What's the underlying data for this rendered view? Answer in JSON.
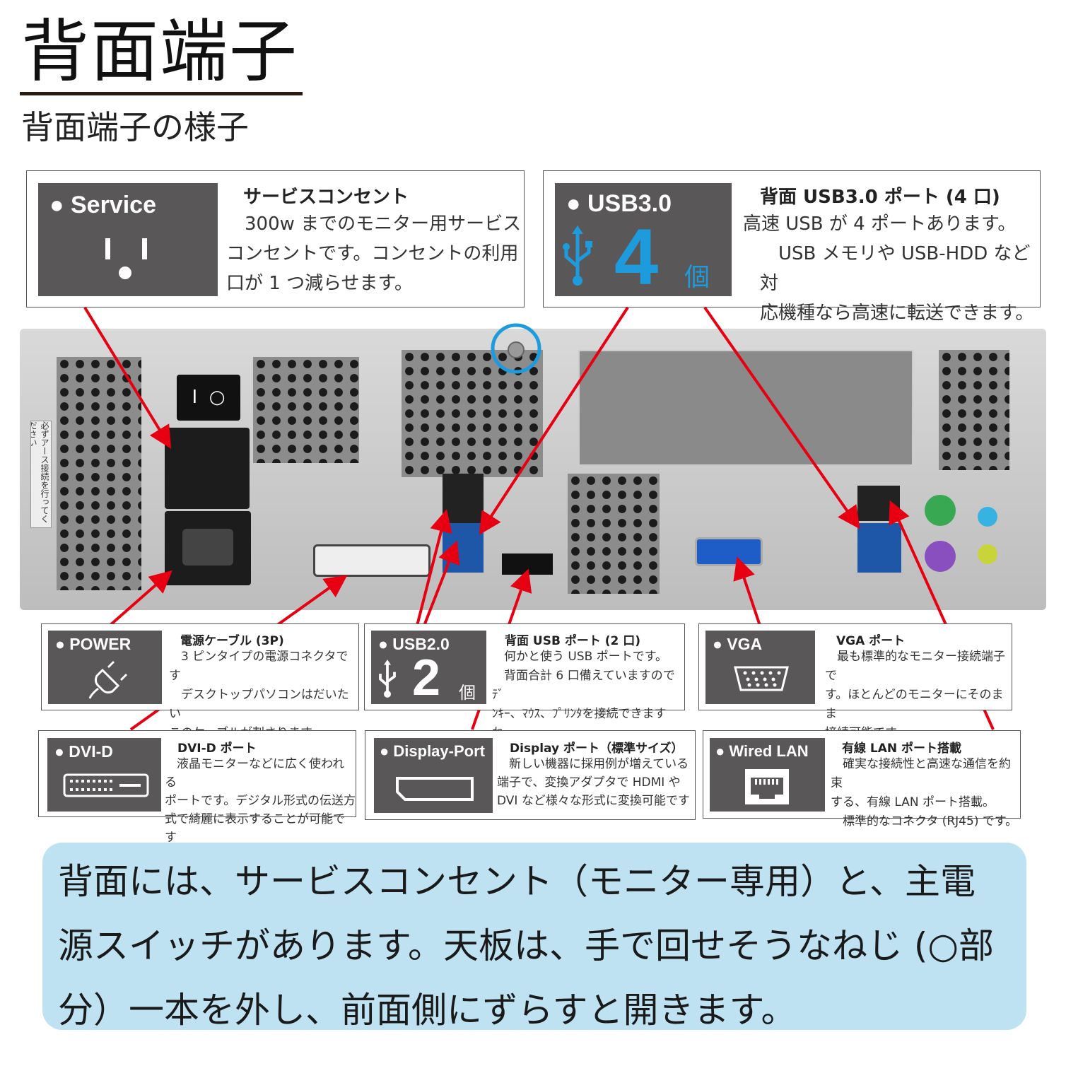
{
  "header": {
    "title": "背面端子",
    "subtitle": "背面端子の様子"
  },
  "colors": {
    "badge_bg": "#595757",
    "usb_blue": "#1e9bdc",
    "arrow_red": "#e60012",
    "note_bg": "#bfe2f3",
    "screw_circle": "#1e9bdc"
  },
  "cards": {
    "service": {
      "badge": "● Service",
      "title": "サービスコンセント",
      "body": "　300w までのモニター用サービス\nコンセントです。コンセントの利用\n口が 1 つ減らせます。",
      "icon": "outlet-icon"
    },
    "usb3": {
      "badge": "● USB3.0",
      "count": "4",
      "unit": "個",
      "title": "背面 USB3.0 ポート (4 口)",
      "body": "高速 USB が 4 ポートあります。\n　USB メモリや USB-HDD など対\n応機種なら高速に転送できます。",
      "icon": "usb-icon"
    },
    "power": {
      "badge": "● POWER",
      "title": "電源ケーブル (3P)",
      "body": "　3 ピンタイプの電源コネクタです\n　デスクトップパソコンはだいたい\nこのケーブルが刺さります。",
      "icon": "power-plug-icon"
    },
    "usb2": {
      "badge": "● USB2.0",
      "count": "2",
      "unit": "個",
      "title": "背面 USB ポート (2 口)",
      "body": "　何かと使う USB ポートです。\n　背面合計 6 口備えていますのでﾃﾞ\nﾝｷｰ、ﾏｳｽ、ﾌﾟﾘﾝﾀを接続できますね。",
      "icon": "usb-icon"
    },
    "vga": {
      "badge": "● VGA",
      "title": "VGA ポート",
      "body": "　最も標準的なモニター接続端子で\nす。ほとんどのモニターにそのまま\n接続可能です。",
      "icon": "vga-port-icon"
    },
    "dvi": {
      "badge": "● DVI-D",
      "title": "DVI-D ポート",
      "body": "　液晶モニターなどに広く使われる\nポートです。デジタル形式の伝送方\n式で綺麗に表示することが可能です",
      "icon": "dvi-port-icon"
    },
    "dp": {
      "badge": "● Display-Port",
      "title": "Display ポート（標準サイズ）",
      "body": "　新しい機器に採用例が増えている\n端子で、変換アダプタで HDMI や\nDVI など様々な形式に変換可能です",
      "icon": "displayport-icon"
    },
    "lan": {
      "badge": "● Wired LAN",
      "title": "有線 LAN ポート搭載",
      "body": "　確実な接続性と高速な通信を約束\nする、有線 LAN ポート搭載。\n　標準的なコネクタ (RJ45) です。",
      "icon": "lan-port-icon"
    }
  },
  "photo": {
    "sticker": "必ずアース接続を行ってください"
  },
  "note": {
    "text": "背面には、サービスコンセント（モニター専用）と、主電源スイッチがあります。天板は、手で回せそうなねじ (○部分）一本を外し、前面側にずらすと開きます。"
  }
}
